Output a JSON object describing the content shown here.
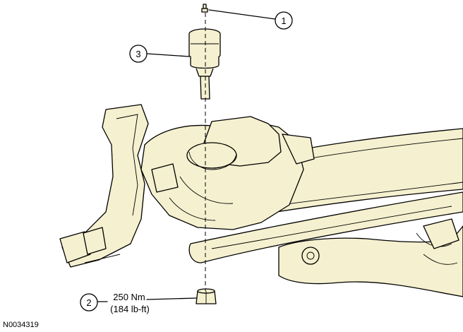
{
  "callouts": [
    {
      "number": "1"
    },
    {
      "number": "2"
    },
    {
      "number": "3"
    }
  ],
  "torque": {
    "metric": "250 Nm",
    "imperial": "(184 lb-ft)"
  },
  "figure_id": "N0034319",
  "colors": {
    "part_fill": "#f5f0cf",
    "line": "#000000",
    "background": "#ffffff"
  }
}
